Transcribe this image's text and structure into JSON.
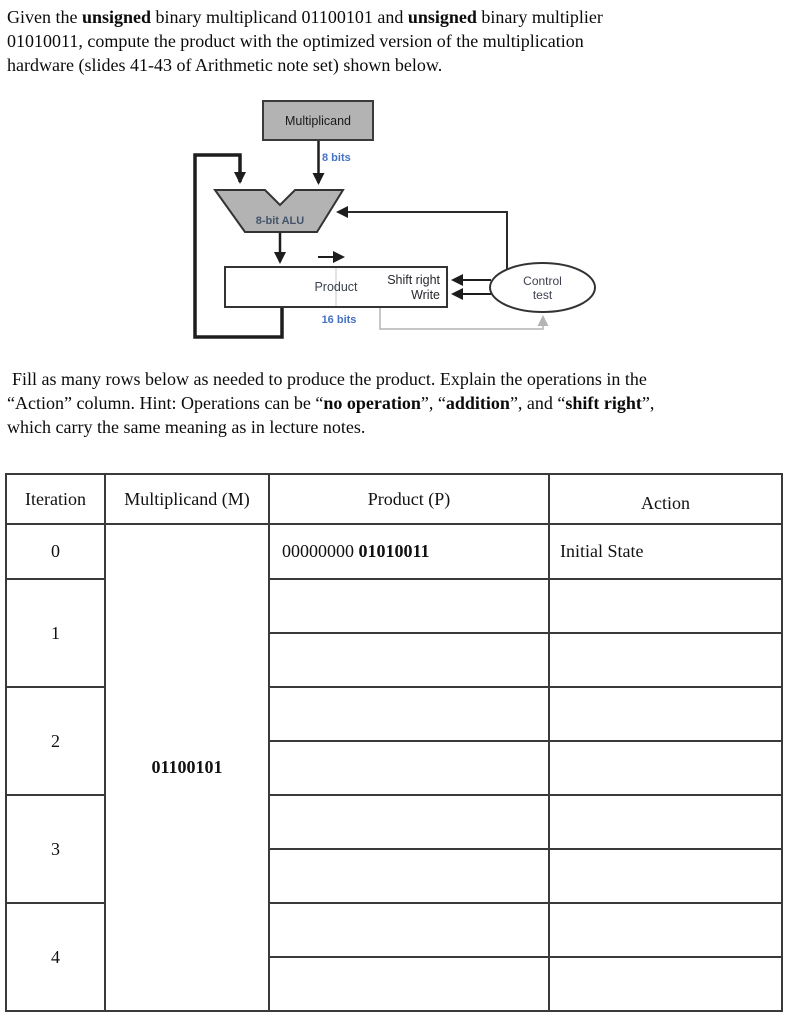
{
  "para1": {
    "lines": [
      [
        "Given the ",
        "unsigned",
        " binary multiplicand 01100101 and ",
        "unsigned",
        " binary multiplier"
      ],
      [
        "01010011, compute the product with the optimized version of the multiplication"
      ],
      [
        "hardware (slides 41-43 of Arithmetic note set) shown below."
      ]
    ]
  },
  "para2": {
    "lines": [
      [
        "Fill as many rows below as needed to produce the product. Explain the operations in the"
      ],
      [
        "“Action” column. Hint: Operations can be “",
        "no operation",
        "”, “",
        "addition",
        "”, and “",
        "shift right",
        "”,"
      ],
      [
        "which carry the same meaning as in lecture notes."
      ]
    ]
  },
  "diagram": {
    "multiplicand_label": "Multiplicand",
    "bits8_label": "8 bits",
    "alu_label": "8-bit ALU",
    "product_label": "Product",
    "shift_right_label": "Shift right",
    "write_label": "Write",
    "bits16_label": "16 bits",
    "control_line1": "Control",
    "control_line2": "test",
    "colors": {
      "box_fill": "#b3b3b3",
      "box_stroke": "#3a3a3a",
      "bits_label_blue": "#4472c4",
      "alu_label_blue_gray": "#44546a",
      "gray_signal": "#b4b4b4"
    }
  },
  "table": {
    "headers": [
      "Iteration",
      "Multiplicand (M)",
      "Product (P)",
      "Action"
    ],
    "multiplicand_value": "01100101",
    "row0": {
      "iteration": "0",
      "product_prefix": "00000000 ",
      "product_bold": "01010011",
      "action": "Initial State"
    },
    "rows": [
      {
        "iteration": "1"
      },
      {
        "iteration": "2"
      },
      {
        "iteration": "3"
      },
      {
        "iteration": "4"
      }
    ]
  }
}
